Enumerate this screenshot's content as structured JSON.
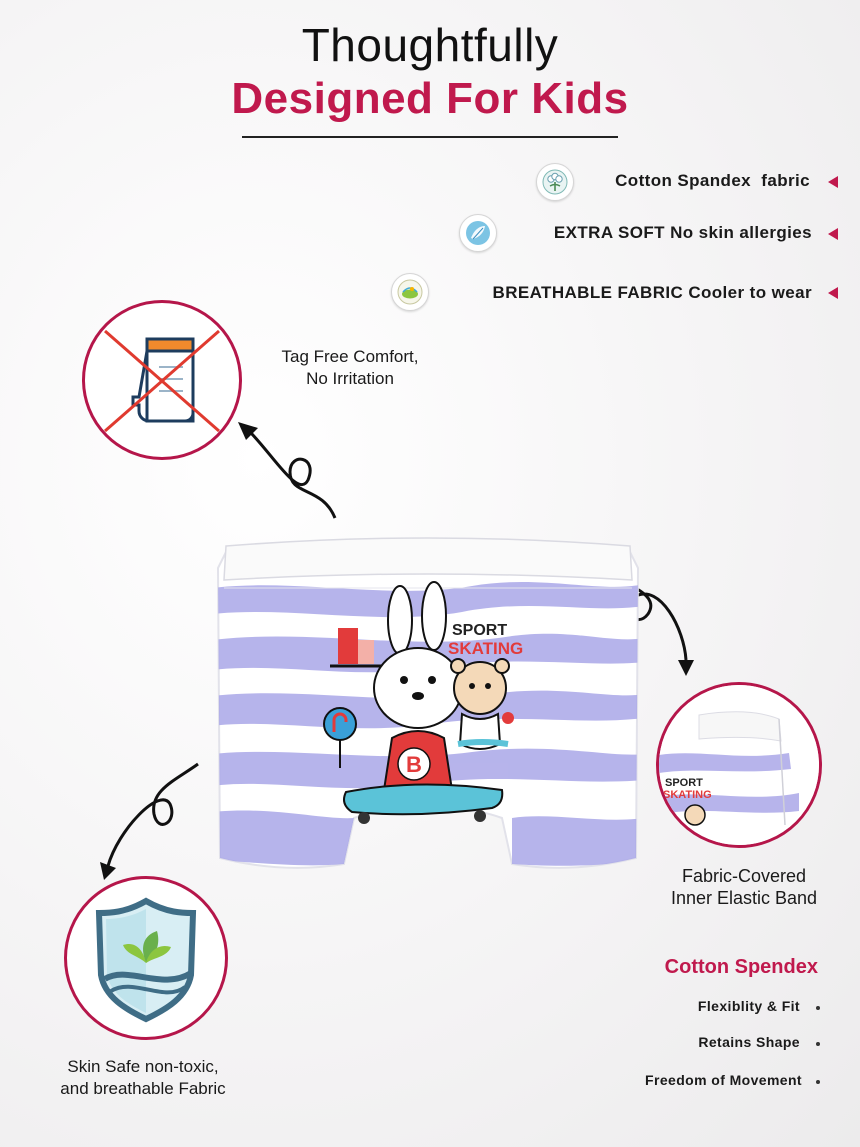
{
  "header": {
    "line1": "Thoughtfully",
    "line2": "Designed For Kids"
  },
  "features": [
    {
      "icon": "cotton-plant-icon",
      "bold": "Cotton Spandex",
      "rest": "fabric"
    },
    {
      "icon": "feather-soft-icon",
      "bold": "EXTRA SOFT",
      "rest": "No skin allergies"
    },
    {
      "icon": "breathable-leaf-icon",
      "bold": "BREATHABLE FABRIC",
      "rest": "Cooler to wear"
    }
  ],
  "callouts": {
    "tag_free": {
      "line1": "Tag Free Comfort,",
      "line2": "No Irritation"
    },
    "elastic": {
      "line1": "Fabric-Covered",
      "line2": "Inner Elastic Band"
    },
    "skin_safe": {
      "line1": "Skin Safe non-toxic,",
      "line2": "and breathable Fabric"
    }
  },
  "product_print": {
    "line1": "SPORT",
    "line2": "SKATING",
    "letter": "B"
  },
  "cotton_spandex": {
    "title": "Cotton Spendex",
    "items": [
      "Flexiblity & Fit",
      "Retains Shape",
      "Freedom of Movement"
    ]
  },
  "colors": {
    "accent": "#c0194d",
    "circle_border": "#b5164a",
    "stripe": "#a9a6e6",
    "text": "#1a1a1a"
  }
}
